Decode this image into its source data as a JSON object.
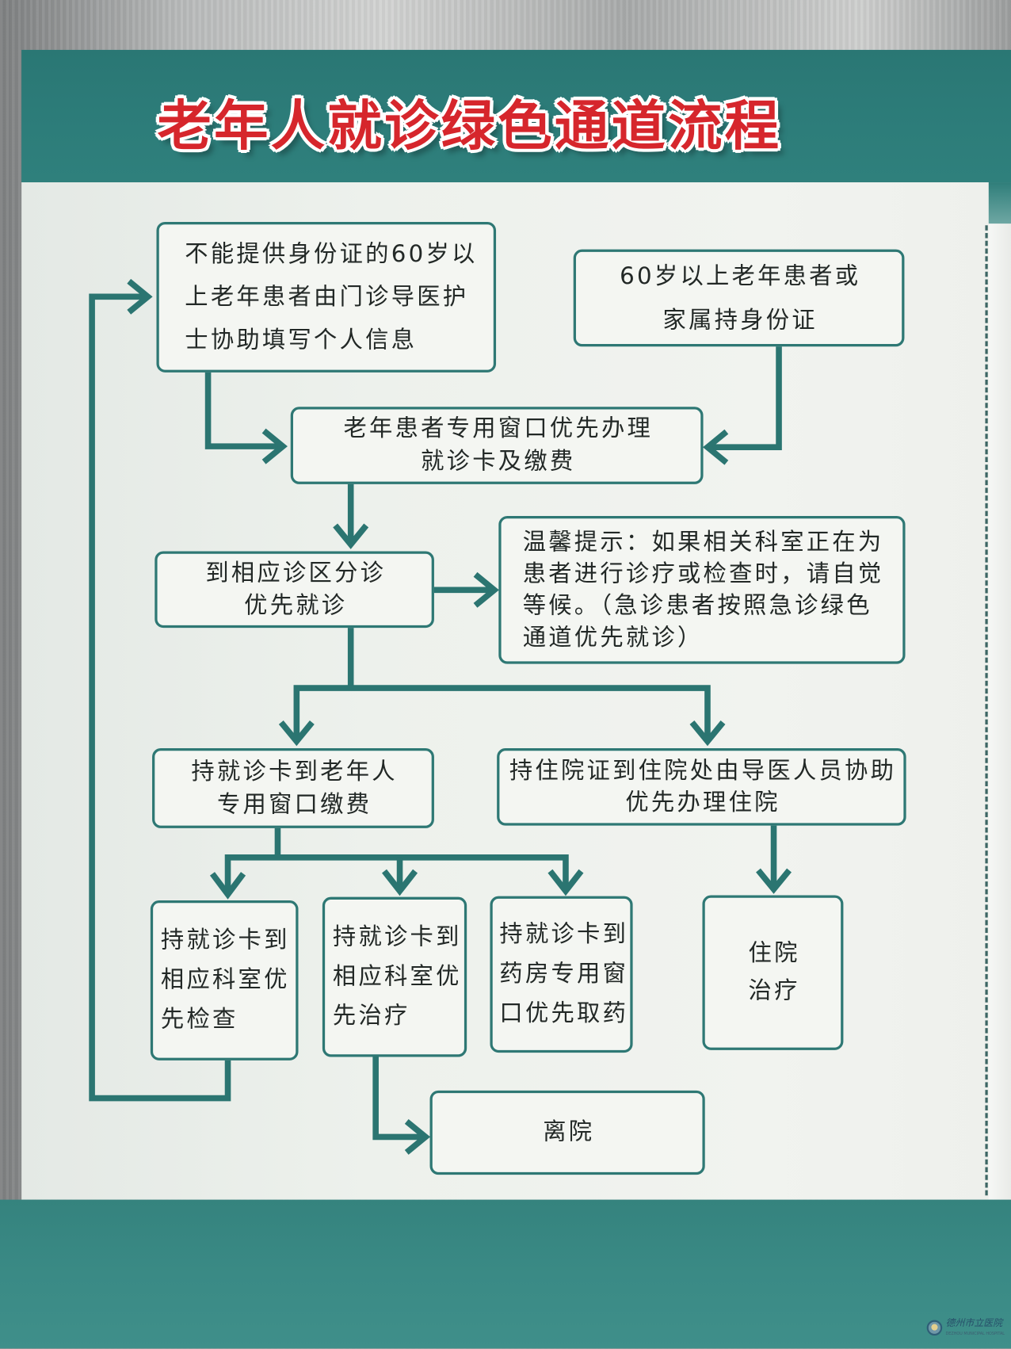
{
  "poster": {
    "title": "老年人就诊绿色通道流程",
    "colors": {
      "header_teal": "#2d7d7a",
      "footer_teal": "#3a8a85",
      "panel": "#edf1ec",
      "box_border": "#2e7874",
      "arrow": "#2b7571",
      "title_red": "#d6262c",
      "text": "#222826"
    }
  },
  "nodes": {
    "no_id_card": {
      "lines": [
        "不能提供身份证的60岁以",
        "上老年患者由门诊导医护",
        "士协助填写个人信息"
      ]
    },
    "with_id_card": {
      "lines": [
        "60岁以上老年患者或",
        "家属持身份证"
      ]
    },
    "priority_window": {
      "lines": [
        "老年患者专用窗口优先办理",
        "就诊卡及缴费"
      ]
    },
    "triage": {
      "lines": [
        "到相应诊区分诊",
        "优先就诊"
      ]
    },
    "reminder": {
      "lines": [
        "温馨提示：如果相关科室正在为",
        "患者进行诊疗或检查时，请自觉",
        "等候。（急诊患者按照急诊绿色",
        "通道优先就诊）"
      ]
    },
    "pay_window": {
      "lines": [
        "持就诊卡到老年人",
        "专用窗口缴费"
      ]
    },
    "admission": {
      "lines": [
        "持住院证到住院处由导医人员协助",
        "优先办理住院"
      ]
    },
    "exam": {
      "lines": [
        "持就诊卡到",
        "相应科室优",
        "先检查"
      ]
    },
    "treatment": {
      "lines": [
        "持就诊卡到",
        "相应科室优",
        "先治疗"
      ]
    },
    "pharmacy": {
      "lines": [
        "持就诊卡到",
        "药房专用窗",
        "口优先取药"
      ]
    },
    "inpatient": {
      "lines": [
        "住院",
        "治疗"
      ]
    },
    "discharge": {
      "lines": [
        "离院"
      ]
    }
  },
  "logo": {
    "icon": "hospital-emblem-icon",
    "name": "德州市立医院",
    "name_en": "DEZHOU MUNICIPAL HOSPITAL"
  }
}
